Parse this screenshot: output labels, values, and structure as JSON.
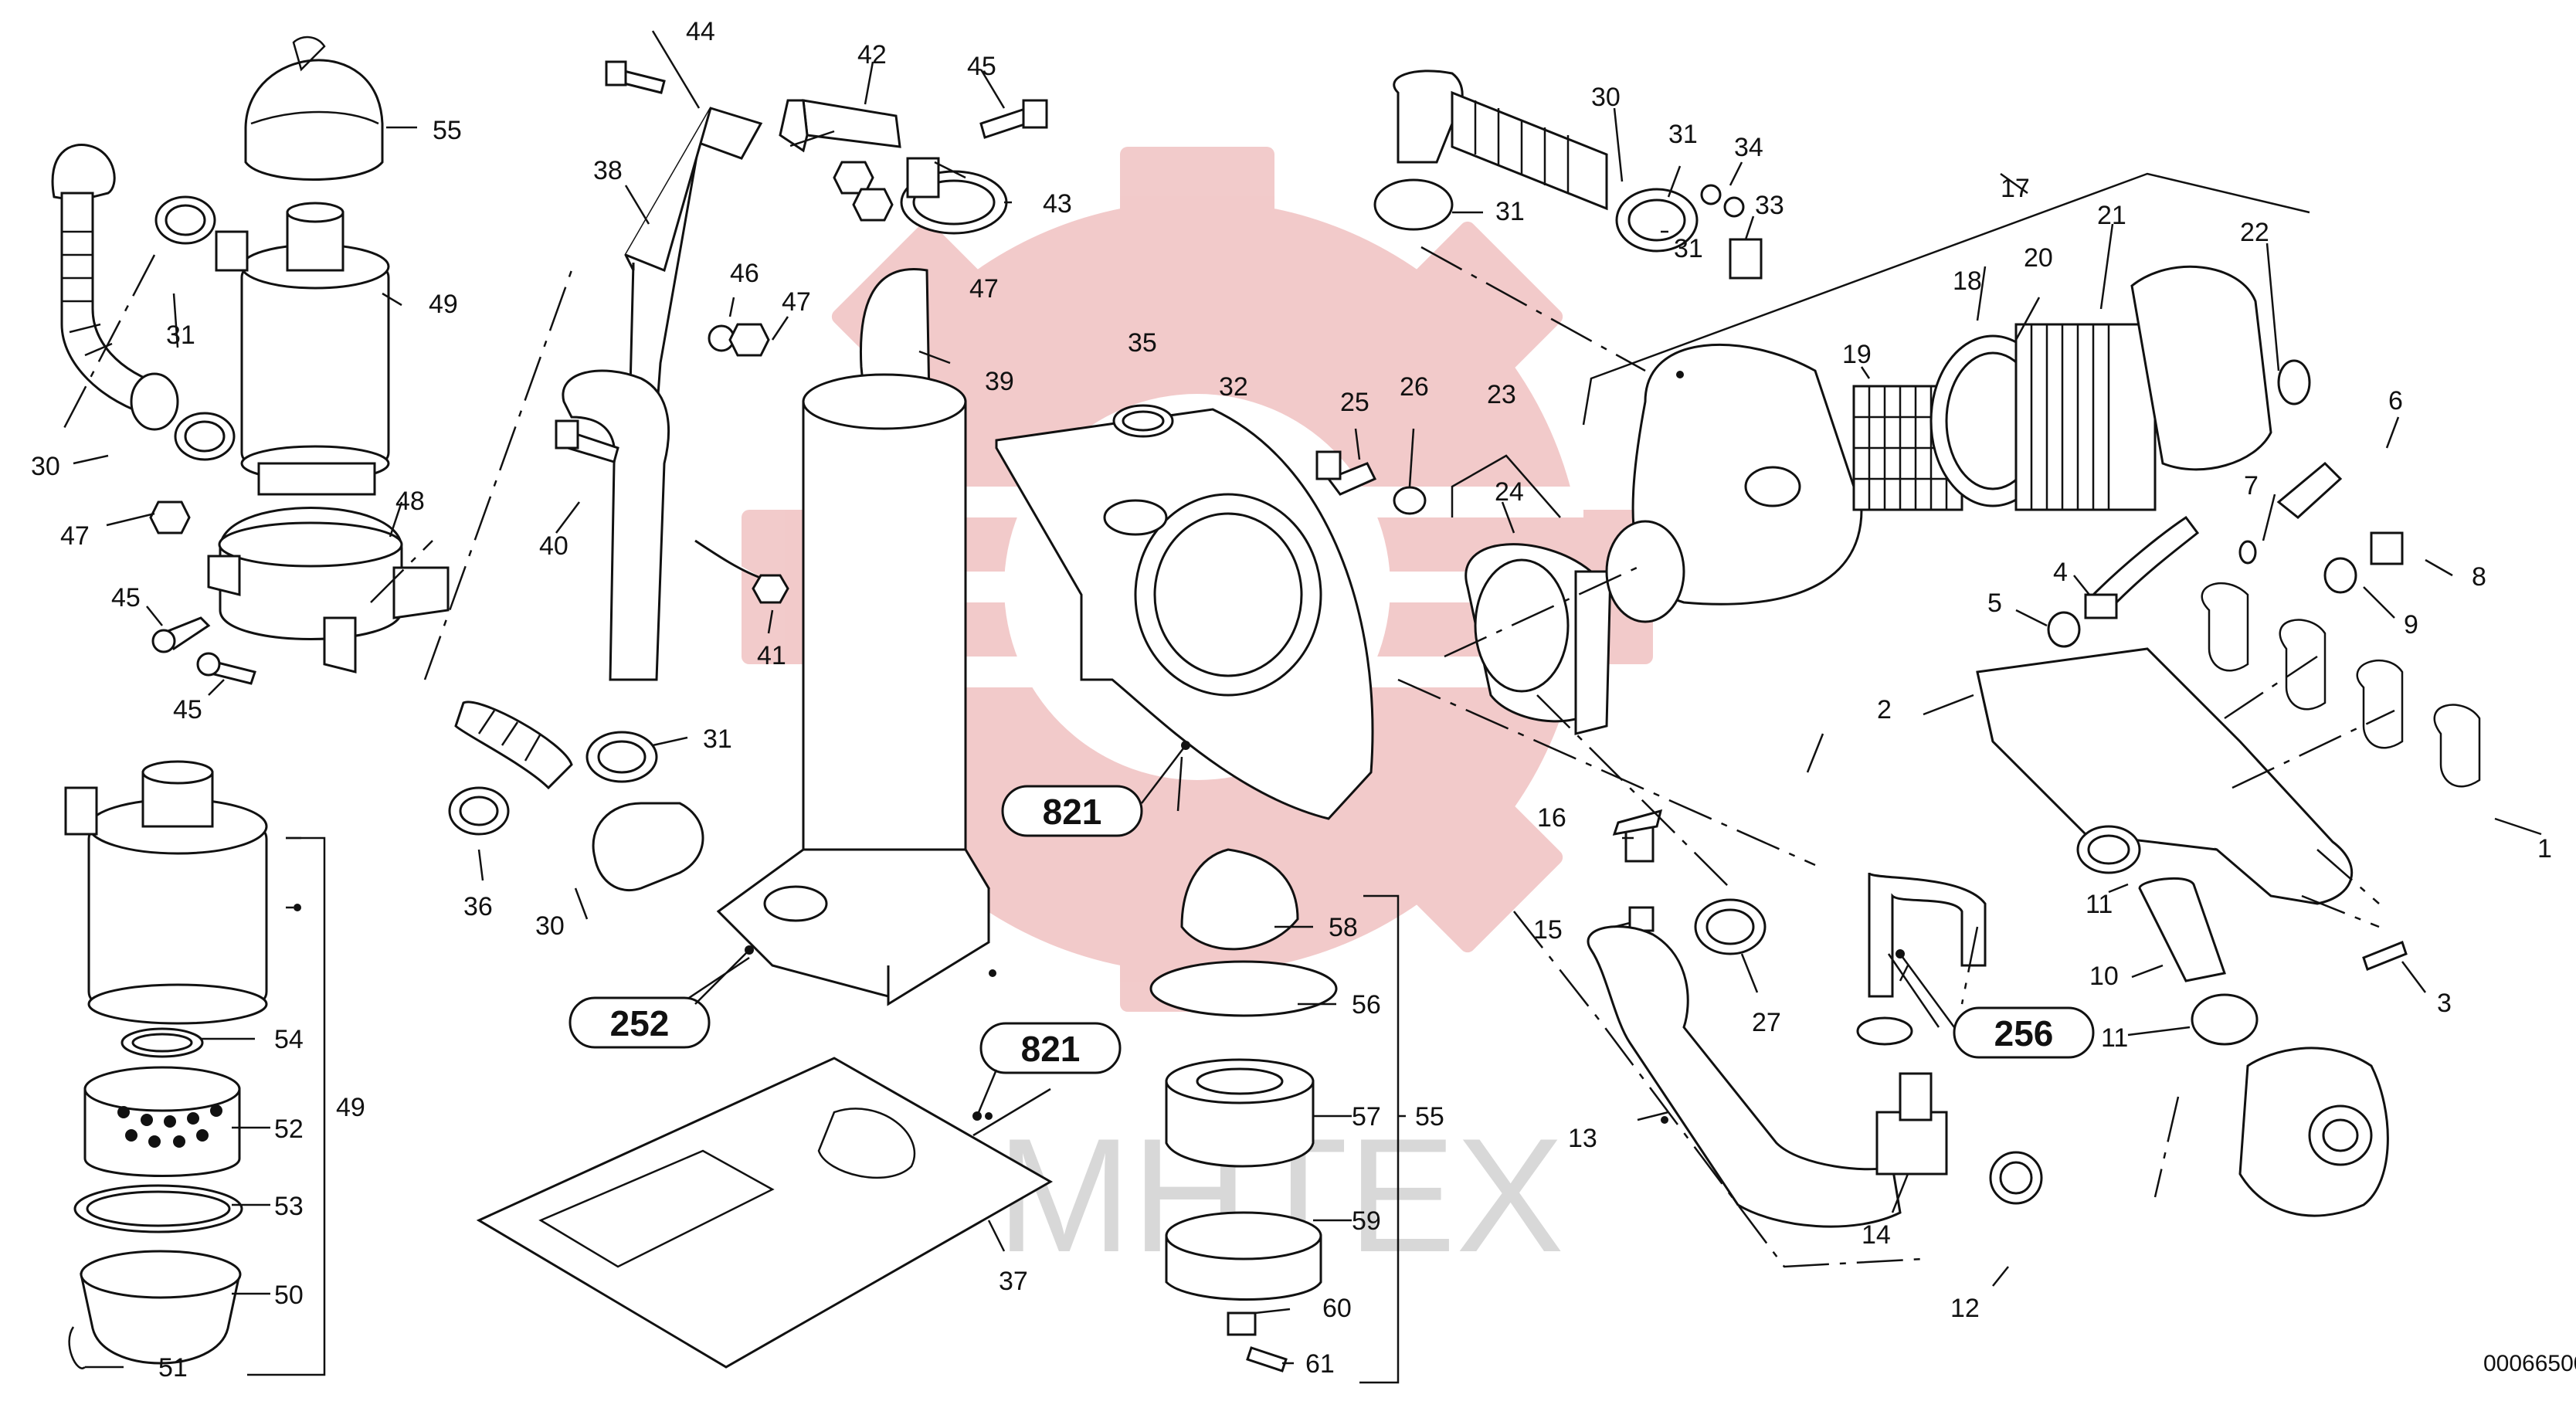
{
  "document_number": "00066500",
  "watermark": {
    "text": "MHTEX",
    "gear_color": "#e8a0a0",
    "text_color": "#cfcfcf"
  },
  "reference_boxes": [
    {
      "id": "ref-821-upper",
      "label": "821"
    },
    {
      "id": "ref-252",
      "label": "252"
    },
    {
      "id": "ref-821-lower",
      "label": "821"
    },
    {
      "id": "ref-256",
      "label": "256"
    }
  ],
  "callouts": [
    "44",
    "42",
    "45",
    "55",
    "38",
    "43",
    "46",
    "47",
    "49",
    "47",
    "39",
    "31",
    "30",
    "35",
    "32",
    "31",
    "48",
    "40",
    "47",
    "45",
    "41",
    "45",
    "31",
    "36",
    "30",
    "54",
    "52",
    "53",
    "50",
    "51",
    "49",
    "58",
    "56",
    "57",
    "55",
    "59",
    "60",
    "61",
    "37",
    "25",
    "26",
    "23",
    "24",
    "30",
    "31",
    "34",
    "33",
    "31",
    "17",
    "21",
    "22",
    "20",
    "18",
    "19",
    "6",
    "7",
    "8",
    "4",
    "5",
    "9",
    "2",
    "1",
    "16",
    "15",
    "27",
    "13",
    "14",
    "12",
    "3",
    "11",
    "10",
    "11"
  ]
}
